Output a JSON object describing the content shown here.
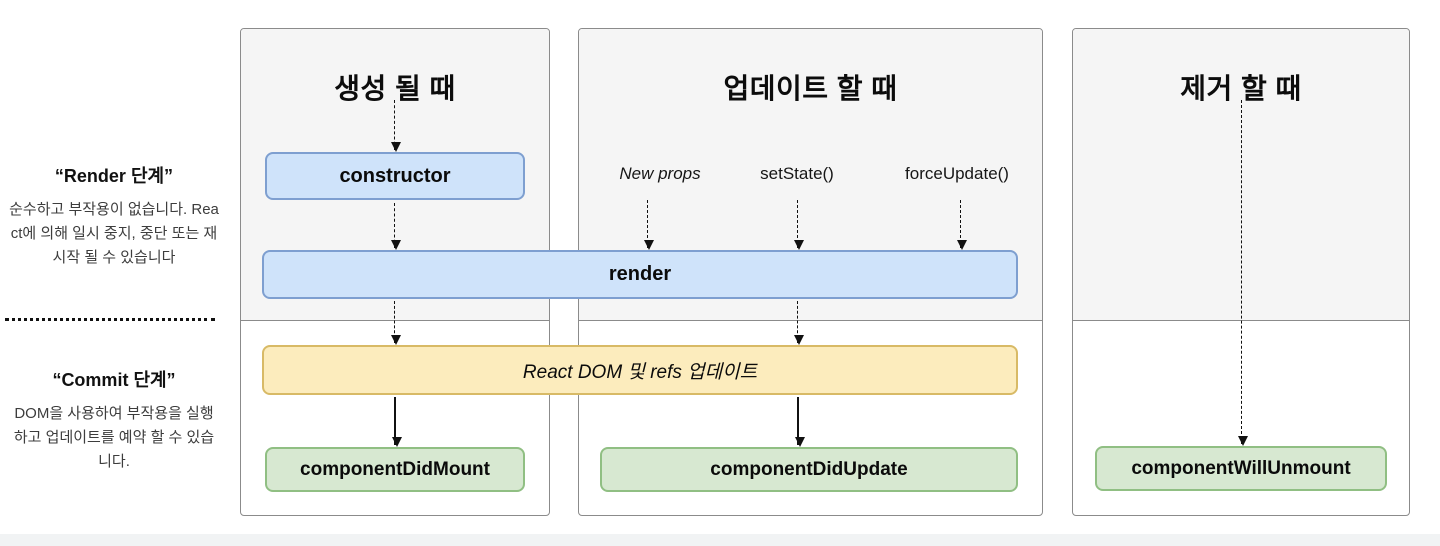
{
  "sidebar": {
    "render_phase": {
      "title": "“Render 단계”",
      "description": "순수하고 부작용이 없습니다. React에 의해 일시 중지, 중단 또는 재시작 될 수 있습니다"
    },
    "commit_phase": {
      "title": "“Commit 단계”",
      "description": "DOM을 사용하여 부작용을 실행하고 업데이트를 예약 할 수 있습니다."
    }
  },
  "columns": [
    {
      "title": "생성 될 때"
    },
    {
      "title": "업데이트 할 때",
      "triggers": [
        "New props",
        "setState()",
        "forceUpdate()"
      ]
    },
    {
      "title": "제거 할 때"
    }
  ],
  "nodes": {
    "constructor": "constructor",
    "render": "render",
    "react_dom_update": "React DOM 및 refs 업데이트",
    "component_did_mount": "componentDidMount",
    "component_did_update": "componentDidUpdate",
    "component_will_unmount": "componentWillUnmount"
  },
  "colors": {
    "panel_bg": "#f5f5f5",
    "panel_border": "#8b8b8b",
    "blue_fill": "#cfe3fa",
    "blue_border": "#7e9fd0",
    "yellow_fill": "#fcecbd",
    "yellow_border": "#d8ba66",
    "green_fill": "#d7e8d1",
    "green_border": "#90bf83",
    "arrow": "#111111",
    "bottom_strip": "#f1f3f4"
  }
}
